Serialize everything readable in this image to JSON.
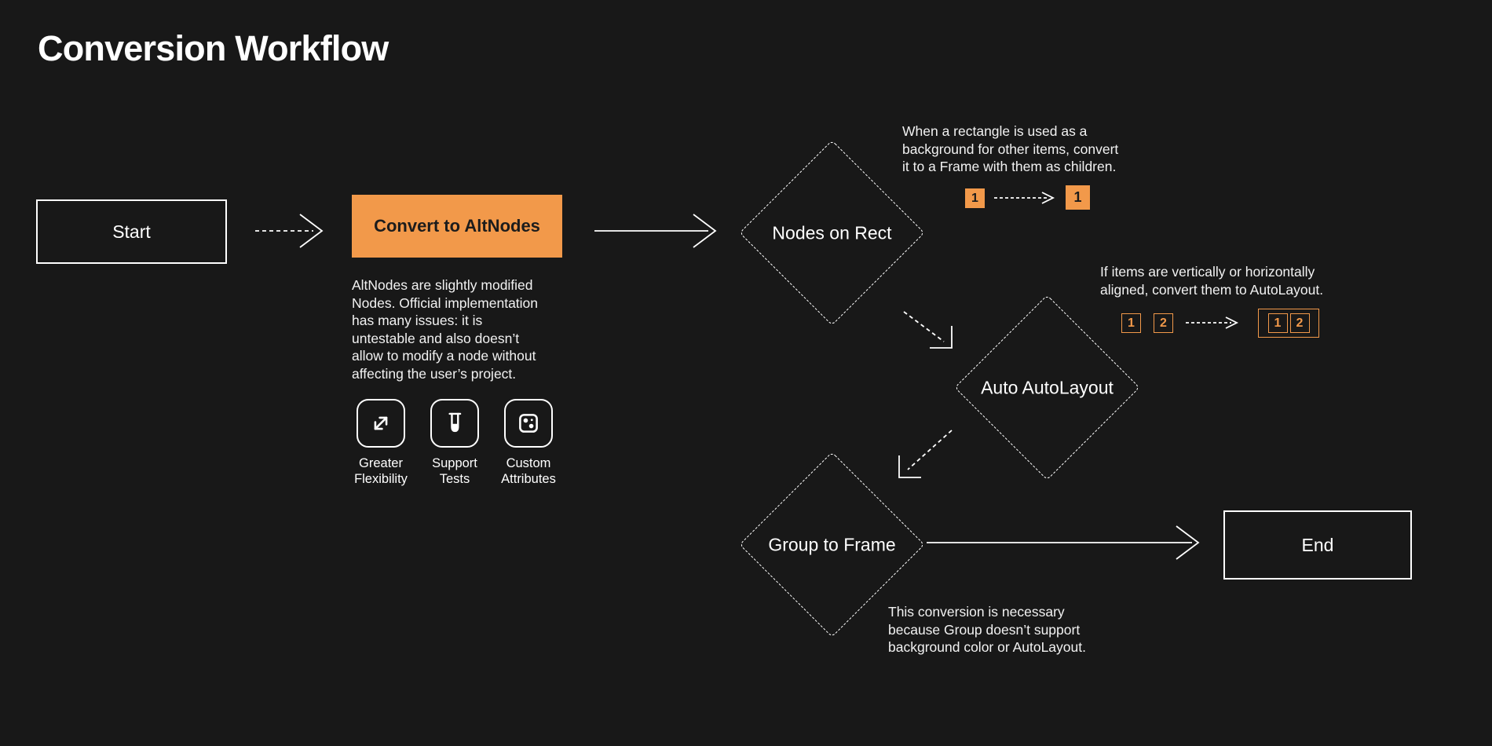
{
  "title": "Conversion Workflow",
  "colors": {
    "background": "#181818",
    "accent": "#F2994A",
    "foreground": "#FFFFFF",
    "text_on_accent": "#1C1C1C"
  },
  "flow": {
    "start": {
      "label": "Start"
    },
    "convert_to_altnodes": {
      "label": "Convert to AltNodes",
      "description": "AltNodes are slightly modified\nNodes. Official implementation\nhas many issues: it is\nuntestable and also doesn’t\nallow to modify a node without\naffecting the user’s project.",
      "features": [
        {
          "icon": "expand-arrows-icon",
          "label": "Greater\nFlexibility"
        },
        {
          "icon": "test-tube-icon",
          "label": "Support\nTests"
        },
        {
          "icon": "dice-icon",
          "label": "Custom\nAttributes"
        }
      ]
    },
    "nodes_on_rect": {
      "label": "Nodes on Rect",
      "note": "When a rectangle is used as a\nbackground for other items, convert\nit to a Frame with them as children.",
      "mini": {
        "before": "1",
        "after": "1"
      }
    },
    "auto_autolayout": {
      "label": "Auto AutoLayout",
      "note": "If items are vertically or horizontally\naligned, convert them to AutoLayout.",
      "mini": {
        "item1": "1",
        "item2": "2",
        "grouped_item1": "1",
        "grouped_item2": "2"
      }
    },
    "group_to_frame": {
      "label": "Group to Frame",
      "note": "This conversion is necessary\nbecause Group doesn’t support\nbackground color or AutoLayout."
    },
    "end": {
      "label": "End"
    }
  }
}
